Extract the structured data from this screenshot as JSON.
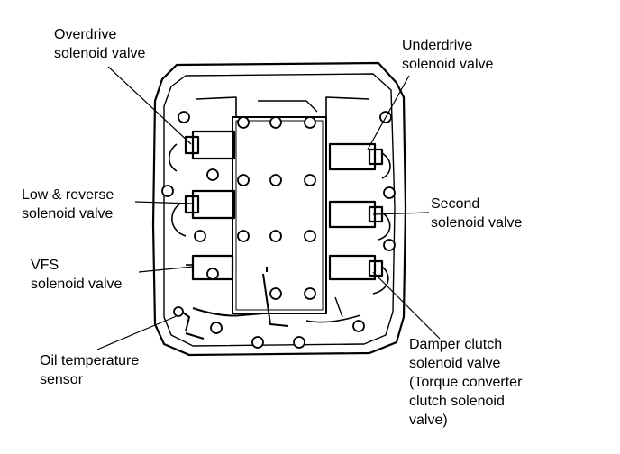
{
  "labels": {
    "overdrive": [
      "Overdrive",
      "solenoid valve"
    ],
    "underdrive": [
      "Underdrive",
      "solenoid valve"
    ],
    "low_reverse": [
      "Low & reverse",
      "solenoid valve"
    ],
    "second": [
      "Second",
      "solenoid valve"
    ],
    "vfs": [
      "VFS",
      "solenoid valve"
    ],
    "damper": [
      "Damper clutch",
      "solenoid valve",
      "(Torque converter",
      "clutch solenoid",
      "valve)"
    ],
    "oil_temp": [
      "Oil temperature",
      "sensor"
    ]
  },
  "colors": {
    "ink": "#000000",
    "paper": "#ffffff"
  }
}
